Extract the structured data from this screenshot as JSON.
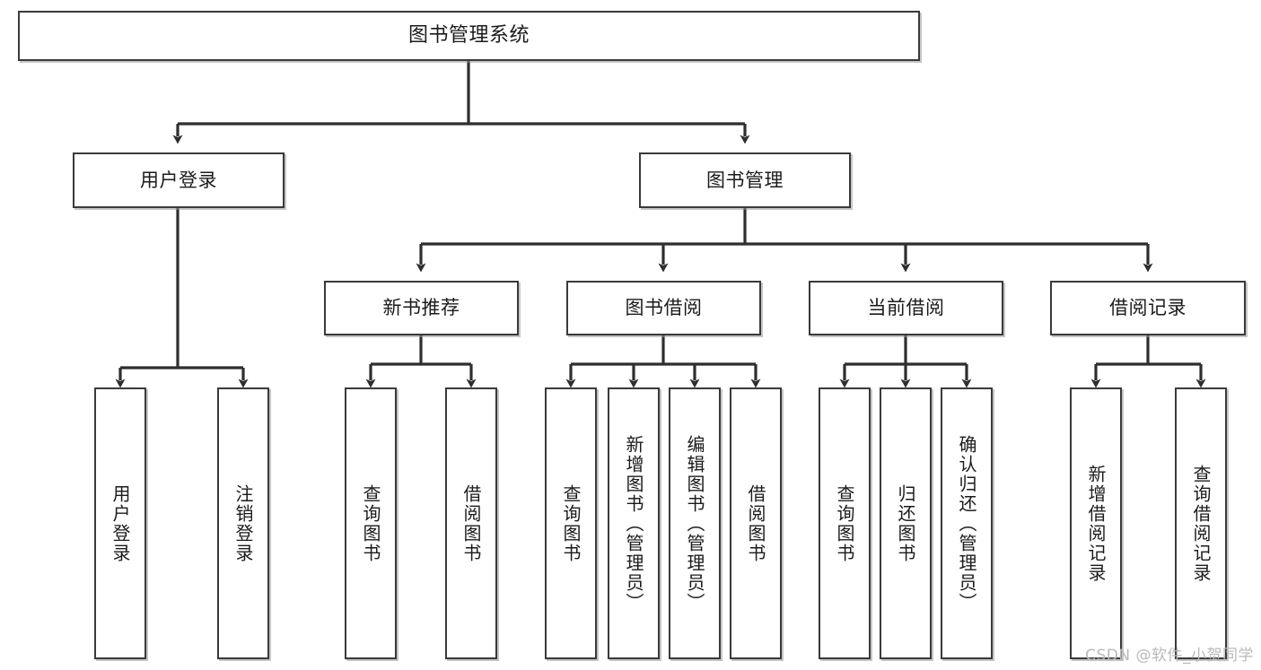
{
  "diagram": {
    "title": "图书管理系统",
    "type": "hierarchy-tree",
    "watermark": "CSDN @软件_小贺同学",
    "colors": {
      "border": "#3a3a3a",
      "background": "#ffffff",
      "text": "#1b1b1b",
      "edge": "#2e2e2e",
      "watermark": "#b9b9b9"
    },
    "nodes": {
      "root": {
        "label": "图书管理系统"
      },
      "level2": [
        {
          "id": "user-login",
          "label": "用户登录"
        },
        {
          "id": "book-manage",
          "label": "图书管理"
        }
      ],
      "level3": [
        {
          "id": "new-book-recommend",
          "label": "新书推荐"
        },
        {
          "id": "book-borrow",
          "label": "图书借阅"
        },
        {
          "id": "current-borrow",
          "label": "当前借阅"
        },
        {
          "id": "borrow-record",
          "label": "借阅记录"
        }
      ],
      "leaves": {
        "user-login": [
          {
            "id": "leaf-user-login",
            "label": "用户登录"
          },
          {
            "id": "leaf-logout-login",
            "label": "注销登录"
          }
        ],
        "new-book-recommend": [
          {
            "id": "leaf-query-book-1",
            "label": "查询图书"
          },
          {
            "id": "leaf-borrow-book-1",
            "label": "借阅图书"
          }
        ],
        "book-borrow": [
          {
            "id": "leaf-query-book-2",
            "label": "查询图书"
          },
          {
            "id": "leaf-add-book-admin",
            "label": "新增图书（管理员）"
          },
          {
            "id": "leaf-edit-book-admin",
            "label": "编辑图书（管理员）"
          },
          {
            "id": "leaf-borrow-book-2",
            "label": "借阅图书"
          }
        ],
        "current-borrow": [
          {
            "id": "leaf-query-book-3",
            "label": "查询图书"
          },
          {
            "id": "leaf-return-book",
            "label": "归还图书"
          },
          {
            "id": "leaf-confirm-return-admin",
            "label": "确认归还（管理员）"
          }
        ],
        "borrow-record": [
          {
            "id": "leaf-add-borrow-record",
            "label": "新增借阅记录"
          },
          {
            "id": "leaf-query-borrow-record",
            "label": "查询借阅记录"
          }
        ]
      }
    }
  }
}
